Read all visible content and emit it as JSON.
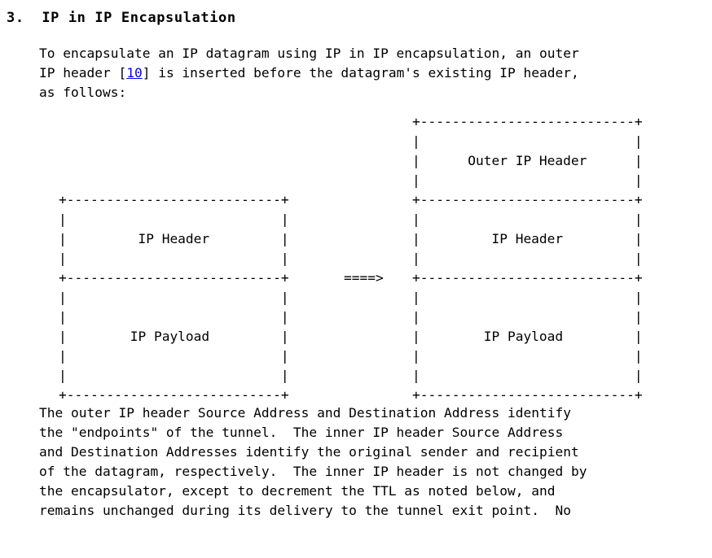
{
  "document": {
    "section_number": "3.",
    "section_title": "IP in IP Encapsulation",
    "heading": "3.  IP in IP Encapsulation"
  },
  "intro": {
    "line1_before_link": "To encapsulate an IP datagram using IP in IP encapsulation, an outer\nIP header [",
    "link_text": "10",
    "line1_after_link": "] is inserted before the datagram's existing IP header,\nas follows:",
    "full_text": "To encapsulate an IP datagram using IP in IP encapsulation, an outer\nIP header [10] is inserted before the datagram's existing IP header,\nas follows:"
  },
  "diagram": {
    "type": "ascii-art",
    "left_label_top": "IP Header",
    "left_label_bottom": "IP Payload",
    "right_label_top": "Outer IP Header",
    "right_label_middle": "IP Header",
    "right_label_bottom": "IP Payload",
    "arrow": "====>",
    "left_block": "+---------------------------+\n|                           |\n|         IP Header         |\n|                           |\n+---------------------------+\n|                           |\n|                           |\n|        IP Payload         |\n|                           |\n|                           |\n+---------------------------+",
    "right_block": "+---------------------------+\n|                           |\n|      Outer IP Header      |\n|                           |\n+---------------------------+\n|                           |\n|         IP Header         |\n|                           |\n+---------------------------+\n|                           |\n|                           |\n|        IP Payload         |\n|                           |\n|                           |\n+---------------------------+"
  },
  "closing": {
    "text": "The outer IP header Source Address and Destination Address identify\nthe \"endpoints\" of the tunnel.  The inner IP header Source Address\nand Destination Addresses identify the original sender and recipient\nof the datagram, respectively.  The inner IP header is not changed by\nthe encapsulator, except to decrement the TTL as noted below, and\nremains unchanged during its delivery to the tunnel exit point.  No"
  },
  "colors": {
    "text": "#000000",
    "link": "#0000ee",
    "background": "#ffffff"
  }
}
